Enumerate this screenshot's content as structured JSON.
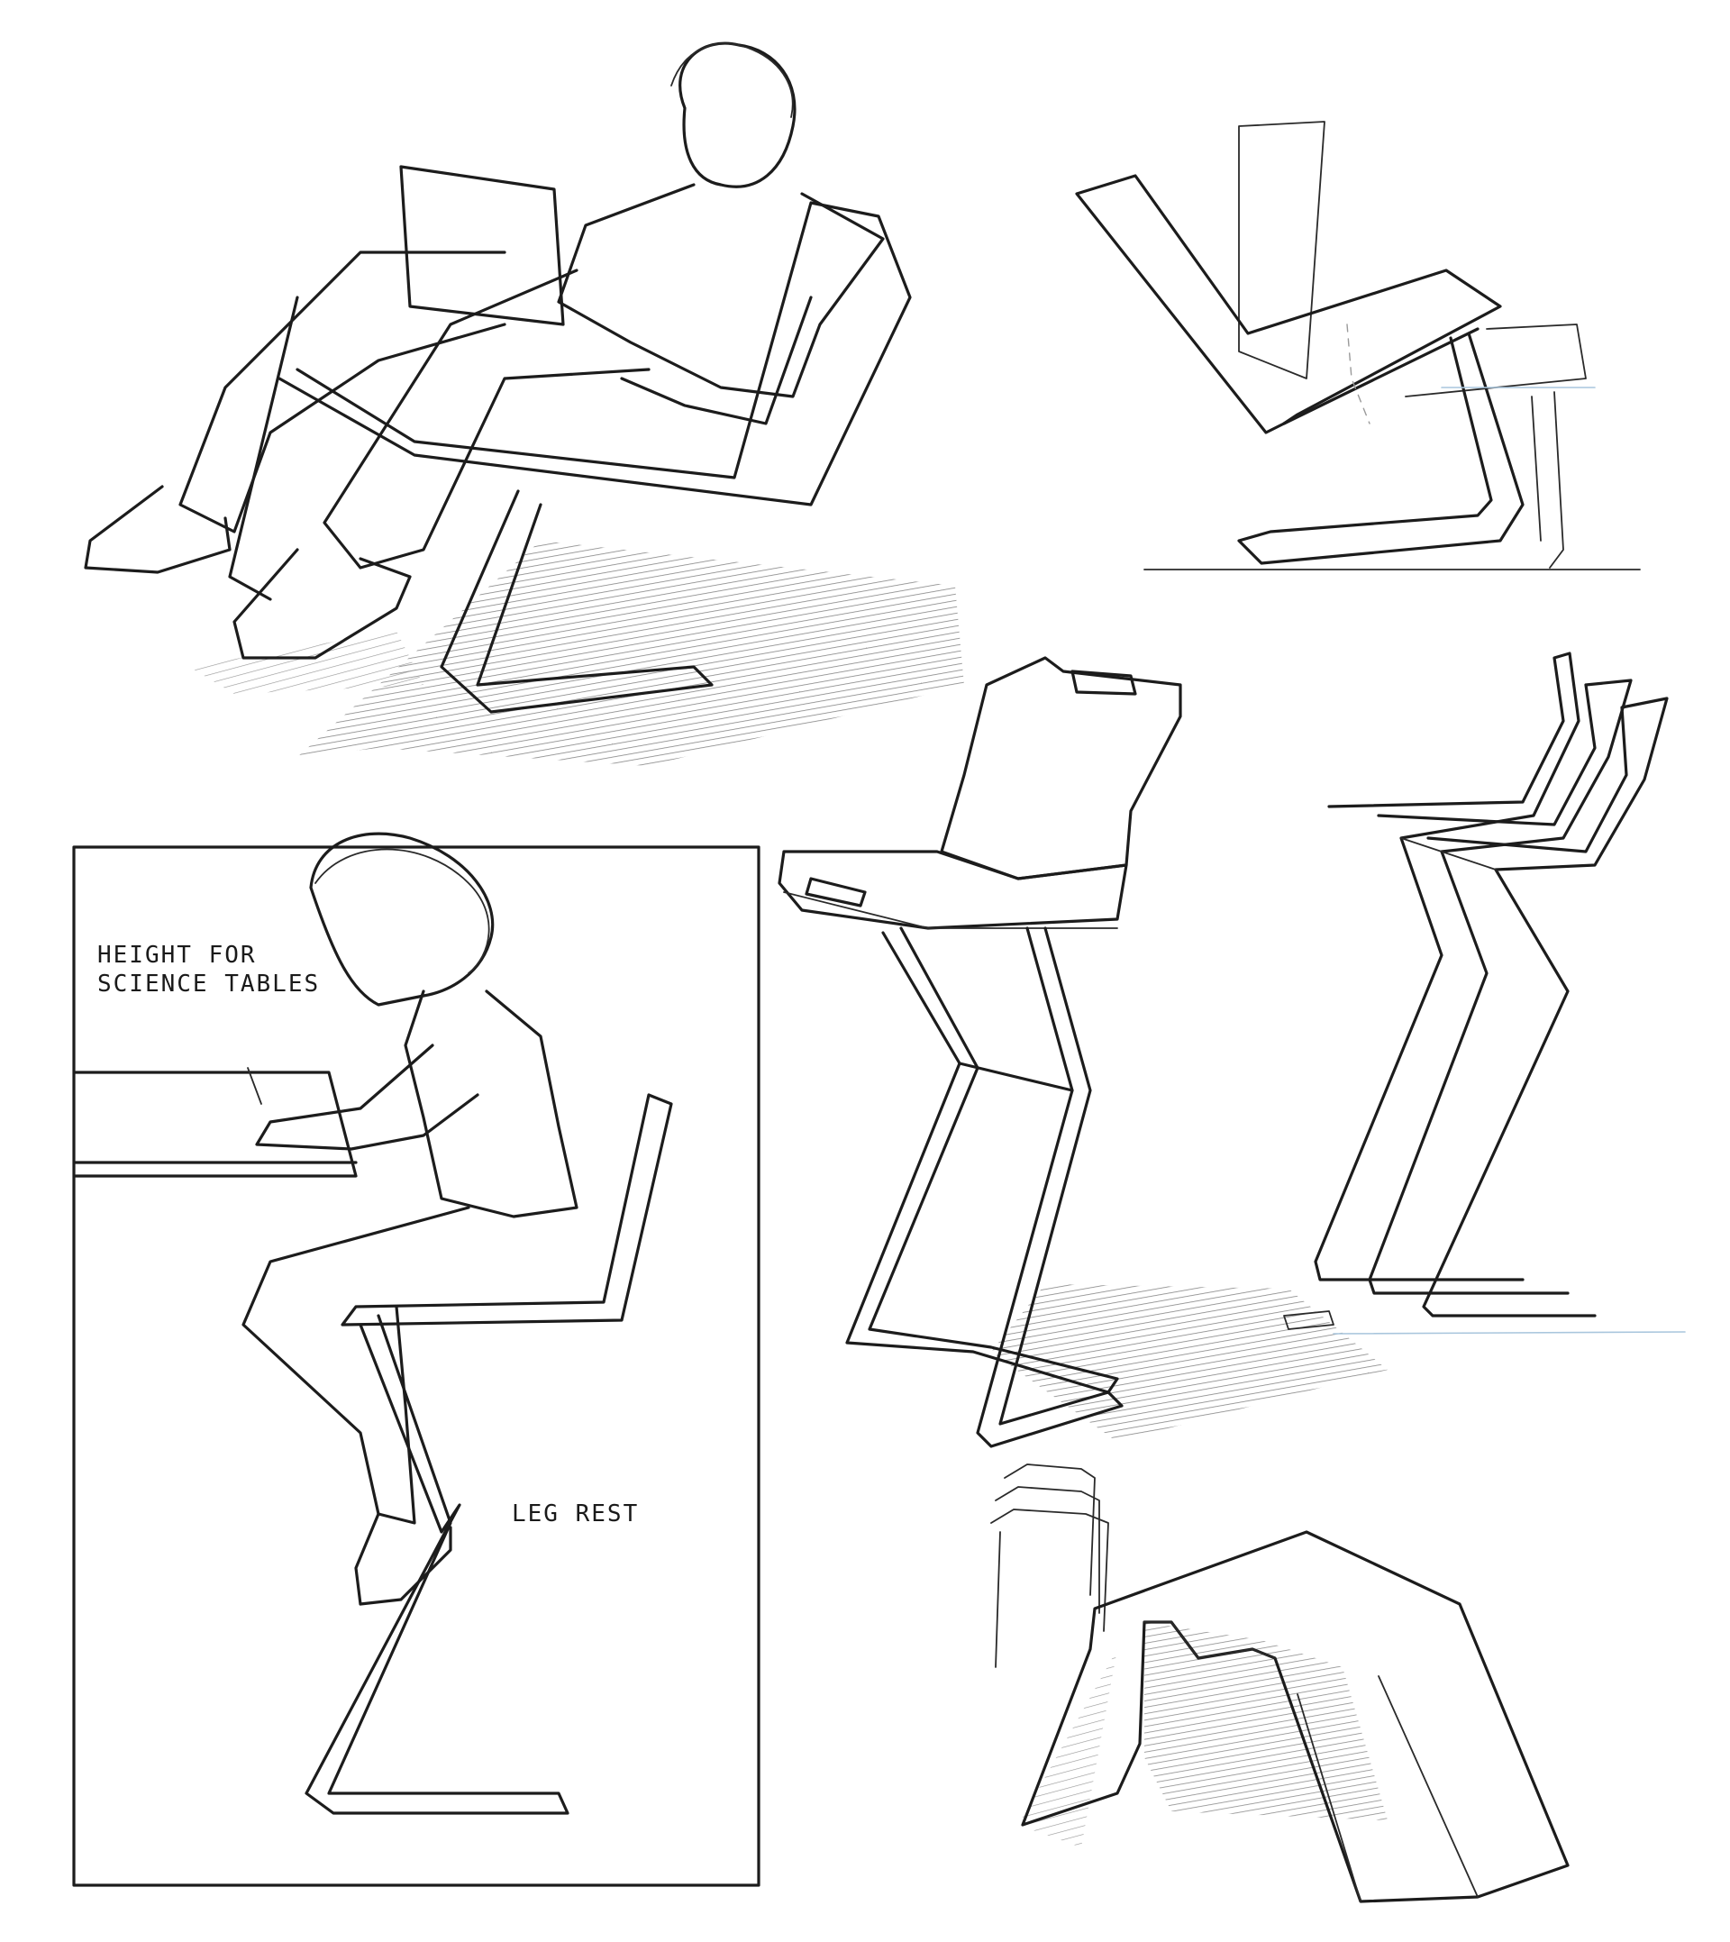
{
  "annotations": {
    "height_line1": "HEIGHT FOR",
    "height_line2": "SCIENCE TABLES",
    "leg_rest": "LEG REST"
  },
  "colors": {
    "ink": "#1c1c1c",
    "shading": "#7a7a7a",
    "paper": "#ffffff",
    "guide_line": "#a9c6dd"
  }
}
